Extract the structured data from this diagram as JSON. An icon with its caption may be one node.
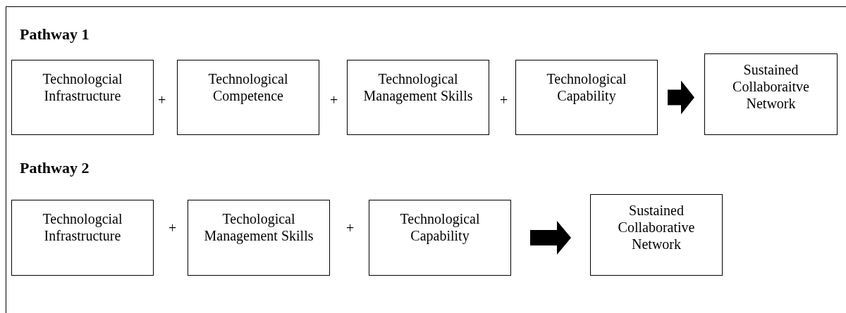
{
  "diagram": {
    "nodes": [
      {
        "text": [
          "Technologcial Infrastructure"
        ]
      },
      {
        "text": [
          "Technological Competence"
        ]
      },
      {
        "text": [
          "Technological Management Skills"
        ]
      },
      {
        "text": [
          "Technological Capability"
        ]
      },
      {
        "text": [
          "Sustained Collaboraitve Network"
        ]
      },
      {
        "text": [
          "Technologcial Infrastructure"
        ]
      },
      {
        "text": [
          "Techological Management Skills"
        ]
      },
      {
        "text": [
          "Technological Capability"
        ]
      },
      {
        "text": [
          "Sustained Collaborative Network"
        ]
      }
    ],
    "edges": [
      {
        "from": 3,
        "to": 4,
        "arrow": "to"
      },
      {
        "from": 7,
        "to": 8,
        "arrow": "to"
      }
    ],
    "labels": [
      "Pathway 1",
      "+",
      "+",
      "+",
      "Pathway 2",
      "+",
      "+"
    ]
  }
}
